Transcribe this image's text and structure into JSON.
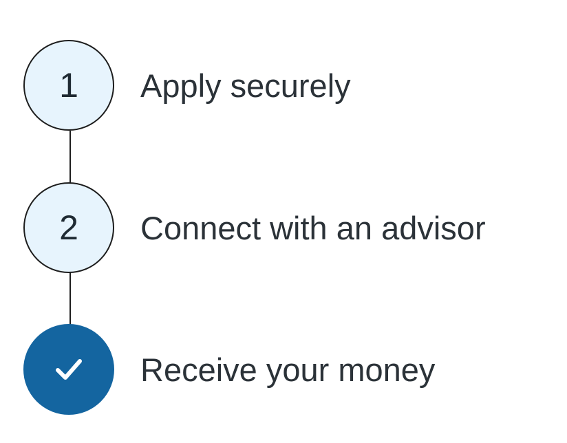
{
  "steps": [
    {
      "number": "1",
      "label": "Apply securely",
      "state": "pending"
    },
    {
      "number": "2",
      "label": "Connect with an advisor",
      "state": "pending"
    },
    {
      "number": "",
      "label": "Receive your money",
      "state": "complete",
      "icon": "checkmark-icon"
    }
  ],
  "colors": {
    "pending_fill": "#e7f4fd",
    "complete_fill": "#1465a0",
    "outline": "#1d1d1d",
    "text": "#2b3238"
  }
}
